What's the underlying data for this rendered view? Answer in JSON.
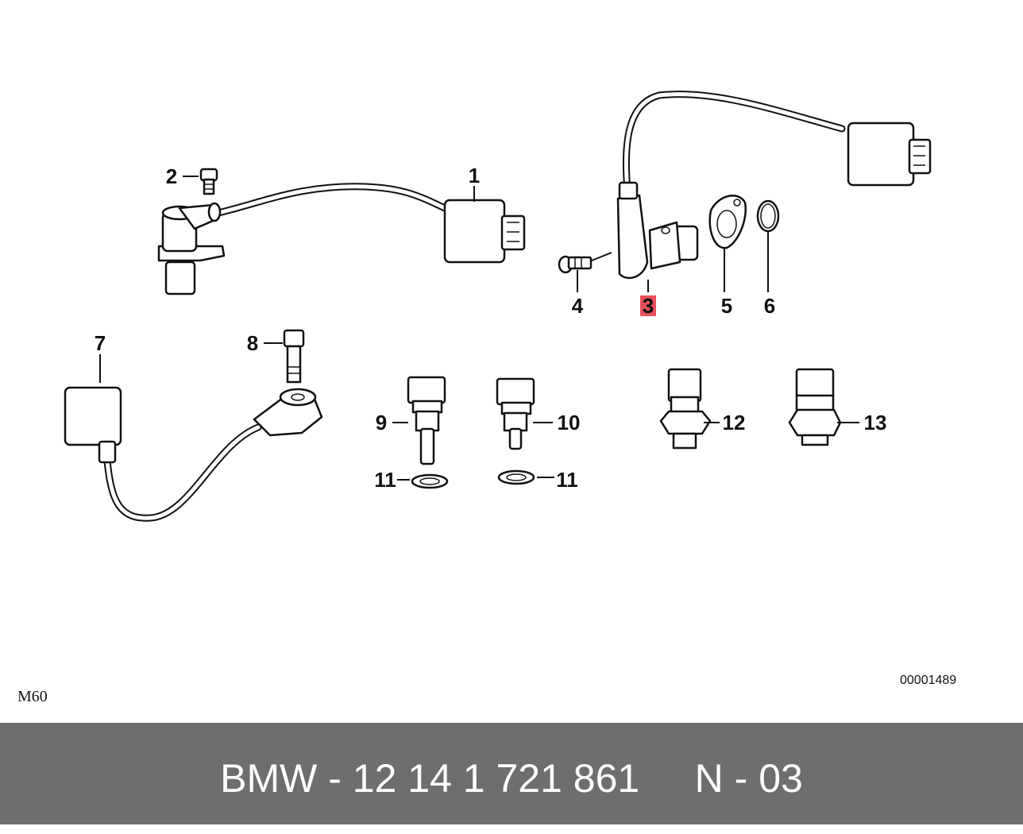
{
  "diagram": {
    "callouts": [
      {
        "id": "c1",
        "label": "1"
      },
      {
        "id": "c2",
        "label": "2"
      },
      {
        "id": "c3",
        "label": "3",
        "highlighted": true
      },
      {
        "id": "c4",
        "label": "4"
      },
      {
        "id": "c5",
        "label": "5"
      },
      {
        "id": "c6",
        "label": "6"
      },
      {
        "id": "c7",
        "label": "7"
      },
      {
        "id": "c8",
        "label": "8"
      },
      {
        "id": "c9",
        "label": "9"
      },
      {
        "id": "c10",
        "label": "10"
      },
      {
        "id": "c11a",
        "label": "11"
      },
      {
        "id": "c11b",
        "label": "11"
      },
      {
        "id": "c12",
        "label": "12"
      },
      {
        "id": "c13",
        "label": "13"
      }
    ],
    "code": "00001489",
    "model": "M60",
    "highlight_color": "#e8505b"
  },
  "footer": {
    "text": "BMW - 12 14 1 721 861     N - 03",
    "background": "#6e6e6e"
  }
}
